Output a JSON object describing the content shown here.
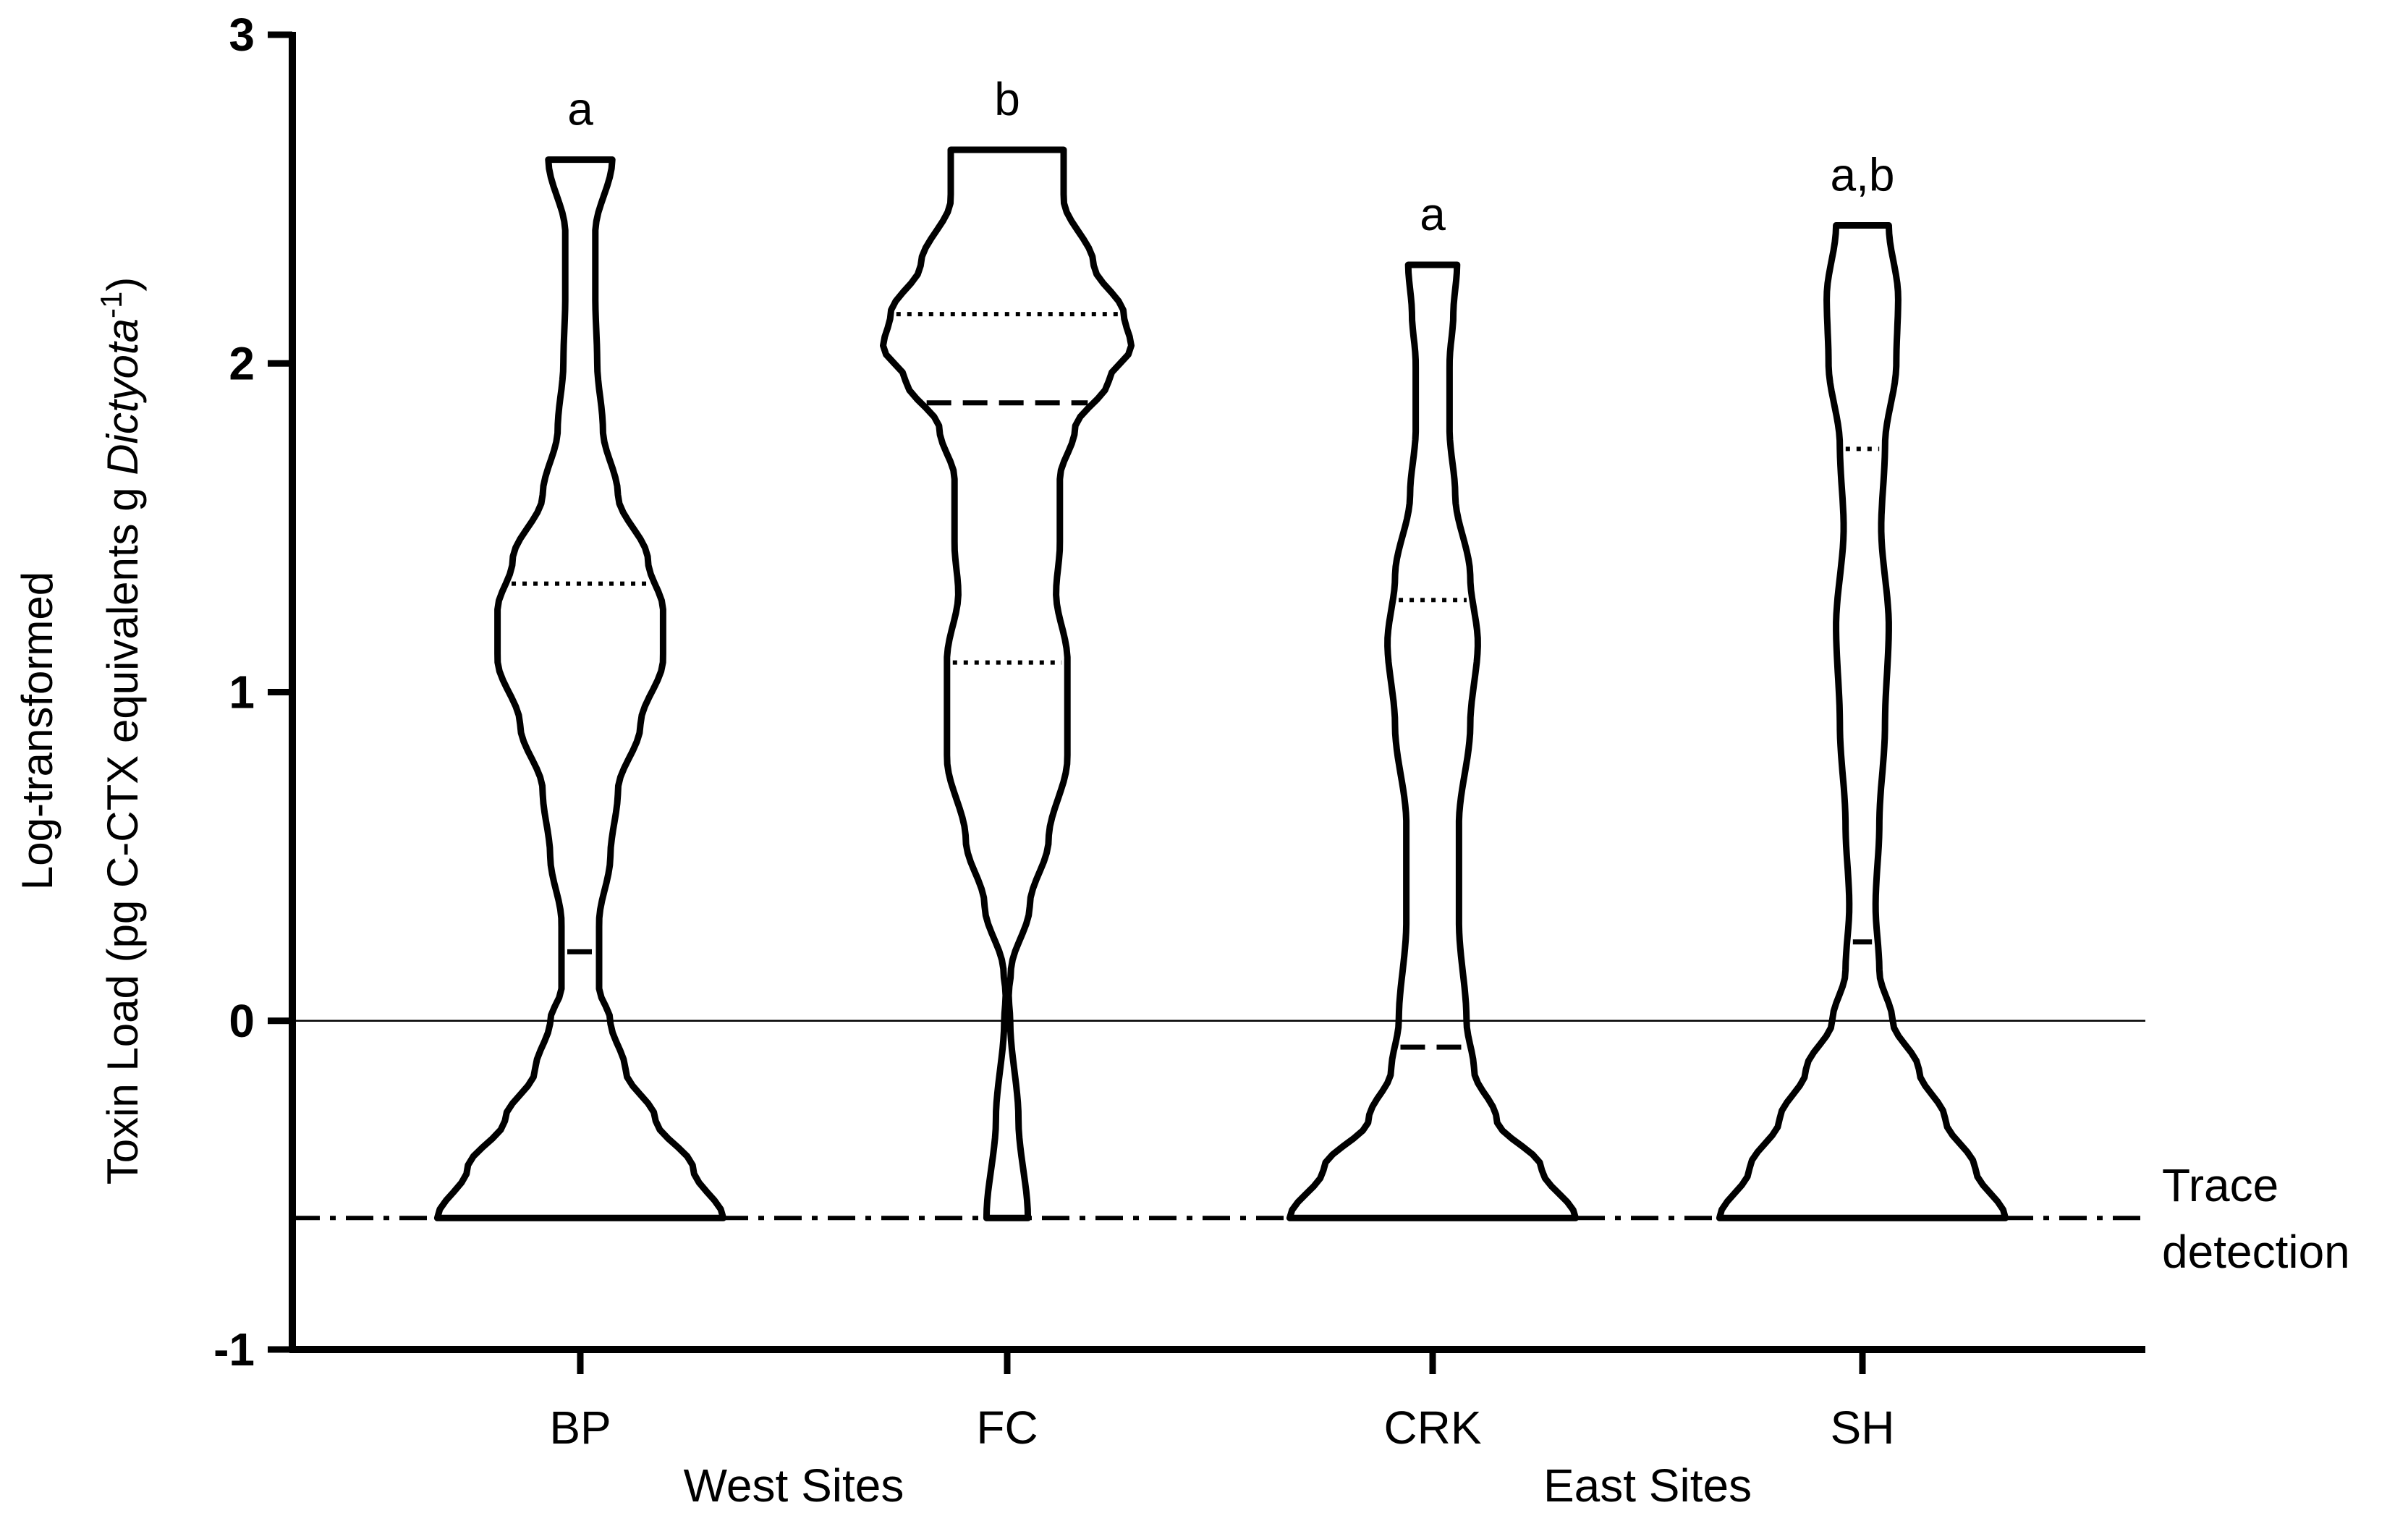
{
  "chart_data": {
    "type": "violin",
    "categories": [
      "BP",
      "FC",
      "CRK",
      "SH"
    ],
    "groups": [
      {
        "label": "West Sites",
        "categories": [
          "BP",
          "FC"
        ]
      },
      {
        "label": "East Sites",
        "categories": [
          "CRK",
          "SH"
        ]
      }
    ],
    "ylabel_line1": "Log-transformed",
    "ylabel_line2_prefix": "Toxin Load (pg C-CTX equivalents g ",
    "ylabel_line2_italic": "Dictyota",
    "ylabel_line2_sup": "-1",
    "ylabel_line2_suffix": ")",
    "ylim": [
      -1,
      3
    ],
    "yticks": [
      -1,
      0,
      1,
      2,
      3
    ],
    "ytick_labels": [
      "-1",
      "0",
      "1",
      "2",
      "3"
    ],
    "reference_lines": [
      {
        "y": 0,
        "style": "solid-thin"
      },
      {
        "y": -0.6,
        "style": "dash-dot",
        "label_line1": "Trace",
        "label_line2": "detection"
      }
    ],
    "series": [
      {
        "category": "BP",
        "significance": "a",
        "min": -0.6,
        "max": 2.62,
        "median": 0.21,
        "q1": 0.21,
        "q3": 1.33,
        "profile": [
          [
            -0.6,
            0.38
          ],
          [
            -0.45,
            0.3
          ],
          [
            -0.3,
            0.2
          ],
          [
            -0.15,
            0.12
          ],
          [
            0,
            0.08
          ],
          [
            0.1,
            0.05
          ],
          [
            0.3,
            0.05
          ],
          [
            0.5,
            0.08
          ],
          [
            0.7,
            0.1
          ],
          [
            0.9,
            0.16
          ],
          [
            1.1,
            0.22
          ],
          [
            1.25,
            0.22
          ],
          [
            1.4,
            0.18
          ],
          [
            1.6,
            0.1
          ],
          [
            1.8,
            0.06
          ],
          [
            2.0,
            0.045
          ],
          [
            2.2,
            0.04
          ],
          [
            2.4,
            0.04
          ],
          [
            2.62,
            0.085
          ]
        ]
      },
      {
        "category": "FC",
        "significance": "b",
        "min": -0.6,
        "max": 2.65,
        "median": 1.88,
        "q1": 1.09,
        "q3": 2.15,
        "profile": [
          [
            -0.6,
            0.055
          ],
          [
            -0.3,
            0.03
          ],
          [
            0,
            0.008
          ],
          [
            0.08,
            0.004
          ],
          [
            0.15,
            0.01
          ],
          [
            0.35,
            0.06
          ],
          [
            0.55,
            0.11
          ],
          [
            0.8,
            0.16
          ],
          [
            1.1,
            0.16
          ],
          [
            1.3,
            0.13
          ],
          [
            1.45,
            0.14
          ],
          [
            1.65,
            0.14
          ],
          [
            1.8,
            0.18
          ],
          [
            1.95,
            0.27
          ],
          [
            2.05,
            0.33
          ],
          [
            2.15,
            0.31
          ],
          [
            2.3,
            0.23
          ],
          [
            2.5,
            0.15
          ],
          [
            2.65,
            0.15
          ]
        ]
      },
      {
        "category": "CRK",
        "significance": "a",
        "min": -0.6,
        "max": 2.3,
        "median": -0.08,
        "q1": -0.08,
        "q3": 1.28,
        "profile": [
          [
            -0.6,
            0.38
          ],
          [
            -0.45,
            0.29
          ],
          [
            -0.3,
            0.17
          ],
          [
            -0.15,
            0.11
          ],
          [
            0,
            0.09
          ],
          [
            0.3,
            0.07
          ],
          [
            0.6,
            0.07
          ],
          [
            0.9,
            0.1
          ],
          [
            1.15,
            0.12
          ],
          [
            1.35,
            0.1
          ],
          [
            1.6,
            0.06
          ],
          [
            1.8,
            0.045
          ],
          [
            2.0,
            0.045
          ],
          [
            2.15,
            0.055
          ],
          [
            2.3,
            0.065
          ]
        ]
      },
      {
        "category": "SH",
        "significance": "a,b",
        "min": -0.6,
        "max": 2.42,
        "median": 0.24,
        "q1": 0.24,
        "q3": 1.74,
        "profile": [
          [
            -0.6,
            0.38
          ],
          [
            -0.45,
            0.3
          ],
          [
            -0.3,
            0.22
          ],
          [
            -0.15,
            0.15
          ],
          [
            0,
            0.08
          ],
          [
            0.15,
            0.045
          ],
          [
            0.35,
            0.035
          ],
          [
            0.6,
            0.045
          ],
          [
            0.9,
            0.06
          ],
          [
            1.2,
            0.07
          ],
          [
            1.5,
            0.05
          ],
          [
            1.75,
            0.06
          ],
          [
            2.0,
            0.09
          ],
          [
            2.2,
            0.095
          ],
          [
            2.42,
            0.07
          ]
        ]
      }
    ],
    "ann_label": "Trace detection"
  }
}
